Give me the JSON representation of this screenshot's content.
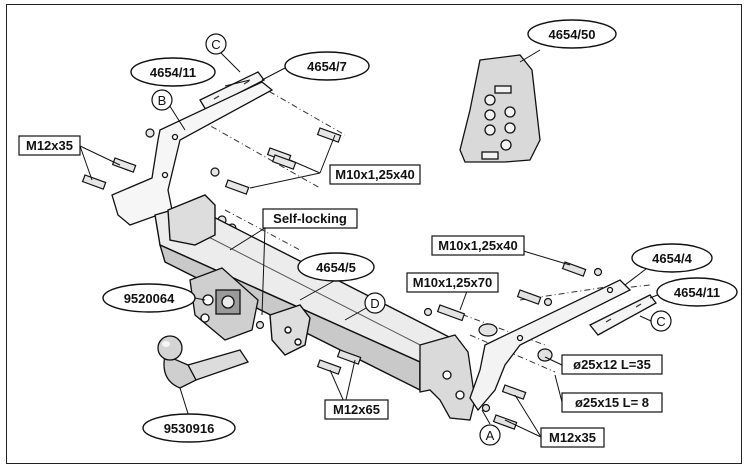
{
  "part_labels": {
    "kit_4654_50": "4654/50",
    "bracket_4654_11_left": "4654/11",
    "bracket_4654_7": "4654/7",
    "bracket_4654_4": "4654/4",
    "bracket_4654_11_right": "4654/11",
    "crossbar_4654_5": "4654/5",
    "socket_9520064": "9520064",
    "towball_9530916": "9530916"
  },
  "bolt_labels": {
    "m12x35_left": "M12x35",
    "m10x125x40_top": "M10x1,25x40",
    "m10x125x40_right": "M10x1,25x40",
    "m10x125x70": "M10x1,25x70",
    "m12x65": "M12x65",
    "m12x35_right": "M12x35",
    "spacer_25x12": "ø25x12 L=35",
    "spacer_25x15": "ø25x15 L= 8",
    "self_locking": "Self-locking"
  },
  "callouts": {
    "A": "A",
    "B": "B",
    "C_top": "C",
    "C_right": "C",
    "D": "D"
  }
}
